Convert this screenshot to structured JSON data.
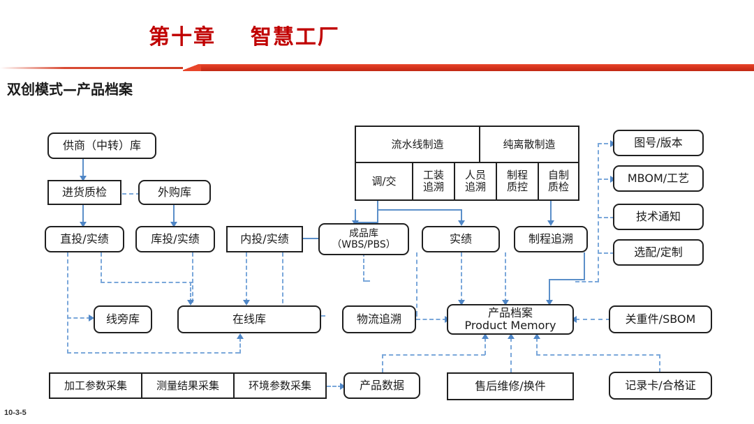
{
  "header": {
    "chapter_title": "第十章    智慧工厂",
    "subtitle": "双创模式—产品档案",
    "page_number": "10-3-5",
    "accent_color": "#C00000",
    "bar_color": "#E8452A"
  },
  "diagram": {
    "connector_solid_color": "#5B8FC9",
    "connector_dashed_color": "#7AA7DA",
    "nodes": {
      "supplier_transit_wh": "供商（中转）库",
      "incoming_inspection": "进货质检",
      "purchased_wh": "外购库",
      "direct_invest": "直投/实绩",
      "stock_invest": "库投/实绩",
      "internal_invest": "内投/实绩",
      "finished_wh_l1": "成品库",
      "finished_wh_l2": "（WBS/PBS）",
      "performance": "实绩",
      "process_trace": "制程追溯",
      "line_side_wh": "线旁库",
      "online_wh": "在线库",
      "logistics_trace": "物流追溯",
      "product_memory_cn": "产品档案",
      "product_memory_en": "Product Memory",
      "product_data": "产品数据",
      "after_sales": "售后维修/换件"
    },
    "manufacturing_table": {
      "header_cells": [
        "流水线制造",
        "纯离散制造"
      ],
      "body_cells": [
        "调/交",
        {
          "l1": "工装",
          "l2": "追溯"
        },
        {
          "l1": "人员",
          "l2": "追溯"
        },
        {
          "l1": "制程",
          "l2": "质控"
        },
        {
          "l1": "自制",
          "l2": "质检"
        }
      ]
    },
    "right_column": [
      "图号/版本",
      "MBOM/工艺",
      "技术通知",
      "选配/定制",
      "关重件/SBOM",
      "记录卡/合格证"
    ],
    "collection_table": [
      "加工参数采集",
      "测量结果采集",
      "环境参数采集"
    ]
  }
}
